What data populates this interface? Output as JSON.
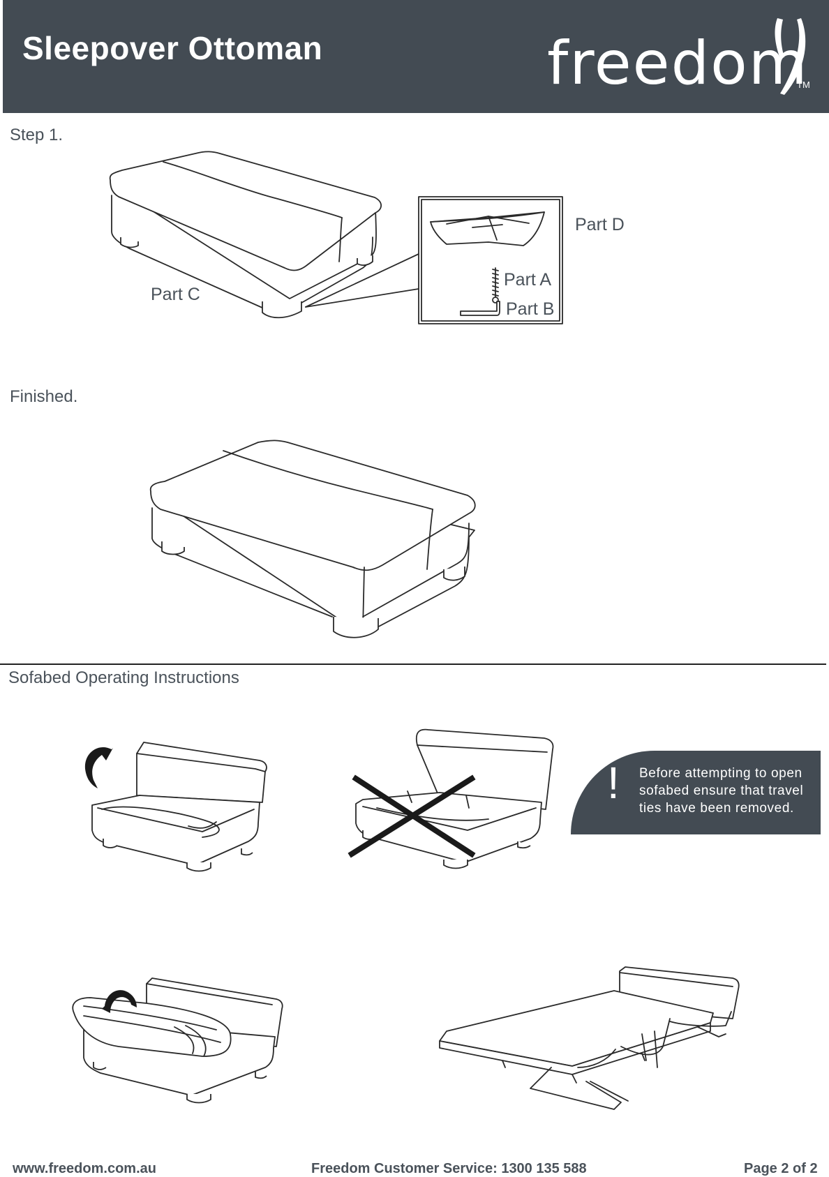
{
  "header": {
    "title": "Sleepover Ottoman",
    "logo_text": "freedom",
    "logo_tm": "TM"
  },
  "step1": {
    "label": "Step 1.",
    "part_c": "Part C",
    "part_d": "Part D",
    "part_a": "Part A",
    "part_b": "Part B"
  },
  "finished": {
    "label": "Finished."
  },
  "sofabed": {
    "label": "Sofabed Operating Instructions",
    "warning_mark": "!",
    "warning_text": "Before attempting to open sofabed ensure that travel ties have been removed."
  },
  "footer": {
    "website": "www.freedom.com.au",
    "service": "Freedom Customer Service: 1300 135 588",
    "page": "Page 2 of 2"
  }
}
